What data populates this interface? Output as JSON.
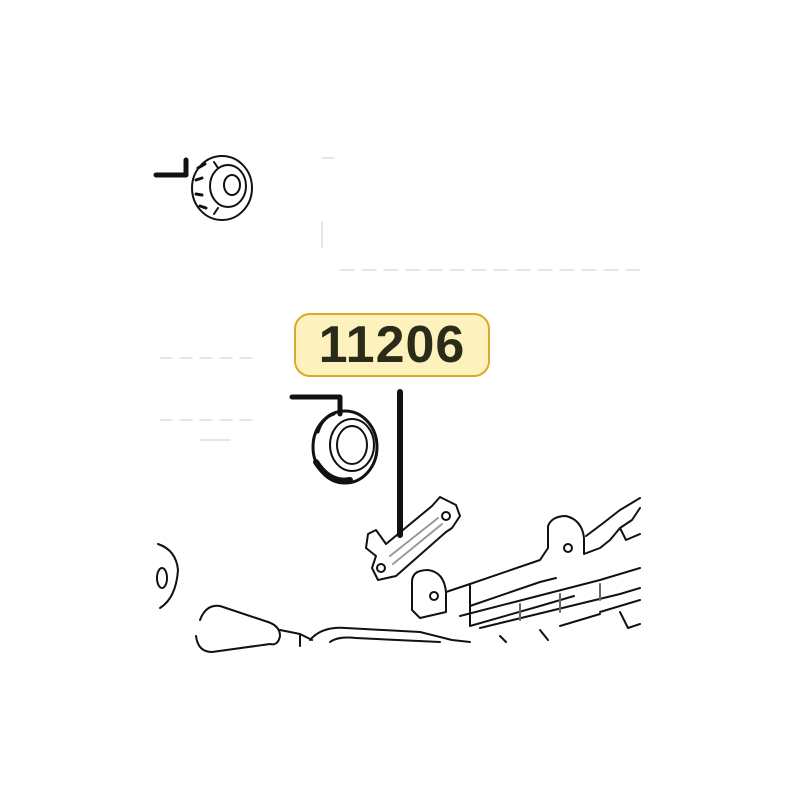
{
  "diagram": {
    "part_label": "11206",
    "colors": {
      "line": "#111111",
      "label_fill": "#fdf2bd",
      "label_border": "#d9aa2a",
      "label_text": "#2b2b1a"
    },
    "parts": [
      "bearing",
      "seal-ring",
      "bracket-plate",
      "frame-assembly",
      "drive-shaft"
    ]
  }
}
